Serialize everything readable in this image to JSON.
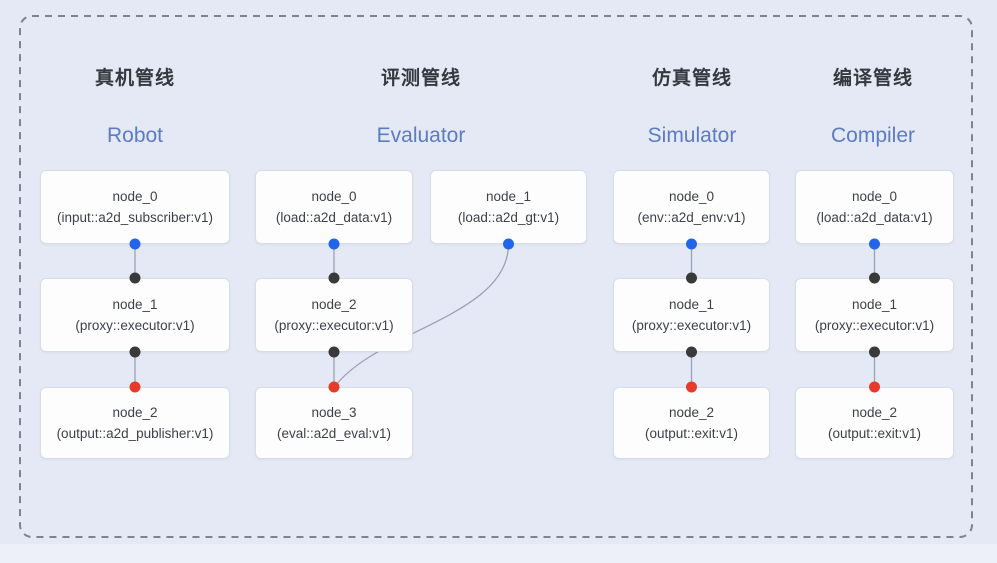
{
  "diagram": {
    "kind": "pipeline-graph"
  },
  "colors": {
    "background": "#e4e9f5",
    "node_fill": "#fdfdfe",
    "node_border": "#d8dce6",
    "node_text": "#3e4147",
    "edge": "#9aa3b6",
    "dashed_border": "#7e838d",
    "port_source": "#2166e8",
    "port_mid": "#39393b",
    "port_sink": "#e8392b",
    "zh_title_color": "#35393f",
    "en_title_color": "#5b7bc3"
  },
  "pipelines": [
    {
      "zh_title": "真机管线",
      "en_title": "Robot",
      "nodes": [
        {
          "title": "node_0",
          "subtitle": "(input::a2d_subscriber:v1)"
        },
        {
          "title": "node_1",
          "subtitle": "(proxy::executor:v1)"
        },
        {
          "title": "node_2",
          "subtitle": "(output::a2d_publisher:v1)"
        }
      ]
    },
    {
      "zh_title": "评测管线",
      "en_title": "Evaluator",
      "nodes": [
        {
          "title": "node_0",
          "subtitle": "(load::a2d_data:v1)"
        },
        {
          "title": "node_1",
          "subtitle": "(load::a2d_gt:v1)"
        },
        {
          "title": "node_2",
          "subtitle": "(proxy::executor:v1)"
        },
        {
          "title": "node_3",
          "subtitle": "(eval::a2d_eval:v1)"
        }
      ]
    },
    {
      "zh_title": "仿真管线",
      "en_title": "Simulator",
      "nodes": [
        {
          "title": "node_0",
          "subtitle": "(env::a2d_env:v1)"
        },
        {
          "title": "node_1",
          "subtitle": "(proxy::executor:v1)"
        },
        {
          "title": "node_2",
          "subtitle": "(output::exit:v1)"
        }
      ]
    },
    {
      "zh_title": "编译管线",
      "en_title": "Compiler",
      "nodes": [
        {
          "title": "node_0",
          "subtitle": "(load::a2d_data:v1)"
        },
        {
          "title": "node_1",
          "subtitle": "(proxy::executor:v1)"
        },
        {
          "title": "node_2",
          "subtitle": "(output::exit:v1)"
        }
      ]
    }
  ]
}
